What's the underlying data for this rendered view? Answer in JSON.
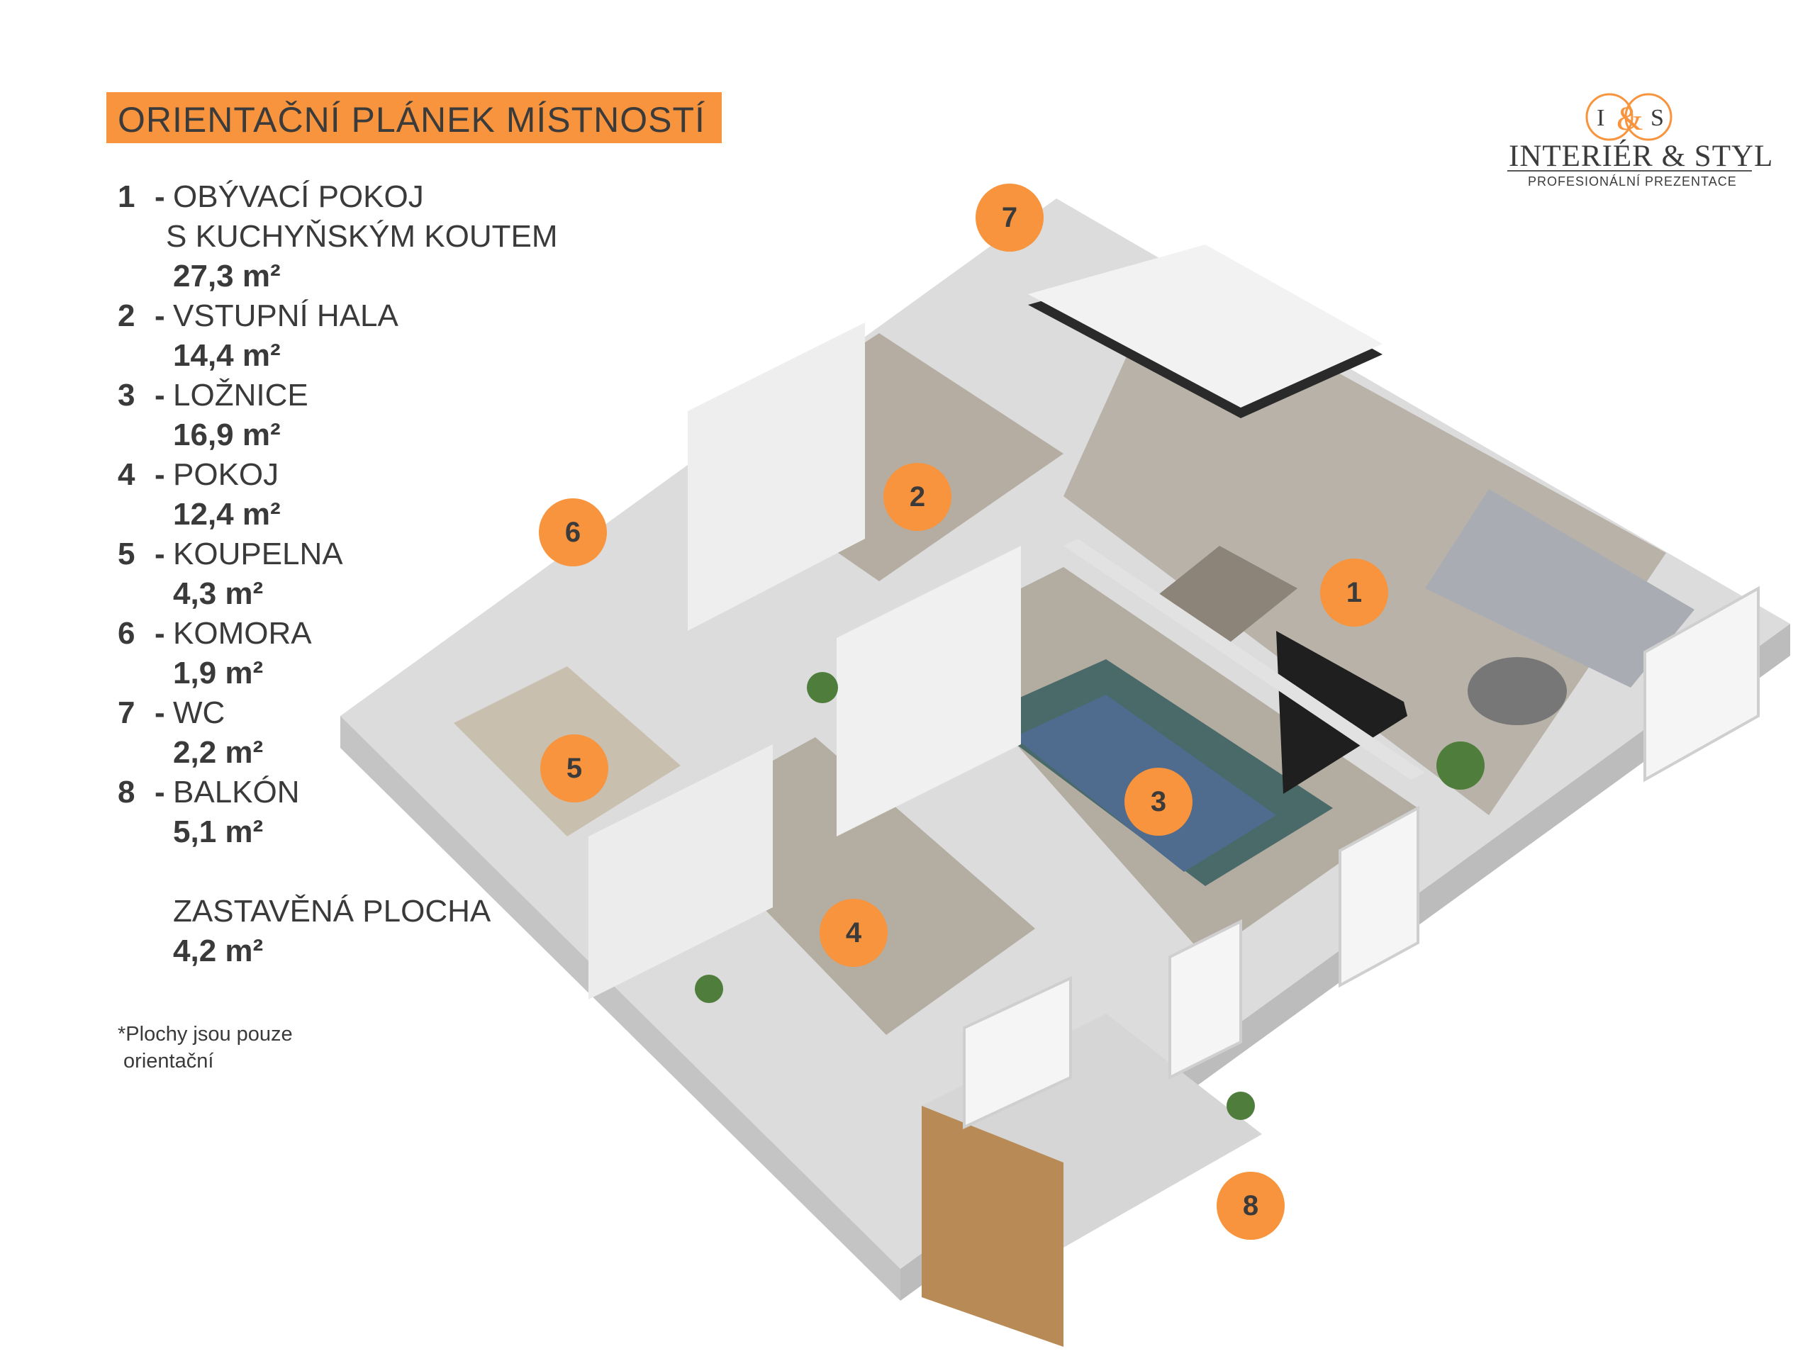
{
  "title": "ORIENTAČNÍ PLÁNEK MÍSTNOSTÍ",
  "logo": {
    "monogram_left": "I",
    "monogram_mid": "&",
    "monogram_right": "S",
    "name": "INTERIÉR & STYL",
    "tagline": "PROFESIONÁLNÍ PREZENTACE"
  },
  "rooms": [
    {
      "num": "1",
      "name": "OBÝVACÍ POKOJ",
      "name2": "S KUCHYŇSKÝM KOUTEM",
      "area": "27,3 m²"
    },
    {
      "num": "2",
      "name": "VSTUPNÍ HALA",
      "area": "14,4 m²"
    },
    {
      "num": "3",
      "name": "LOŽNICE",
      "area": "16,9 m²"
    },
    {
      "num": "4",
      "name": "POKOJ",
      "area": "12,4 m²"
    },
    {
      "num": "5",
      "name": "KOUPELNA",
      "area": "4,3 m²"
    },
    {
      "num": "6",
      "name": "KOMORA",
      "area": "1,9 m²"
    },
    {
      "num": "7",
      "name": "WC",
      "area": "2,2 m²"
    },
    {
      "num": "8",
      "name": "BALKÓN",
      "area": "5,1 m²"
    }
  ],
  "built_up": {
    "name": "ZASTAVĚNÁ PLOCHA",
    "area": "4,2 m²"
  },
  "note_line1": "*Plochy jsou pouze",
  "note_line2": " orientační",
  "markers": [
    "1",
    "2",
    "3",
    "4",
    "5",
    "6",
    "7",
    "8"
  ],
  "colors": {
    "accent": "#f7943d",
    "text": "#3b3b3b"
  }
}
